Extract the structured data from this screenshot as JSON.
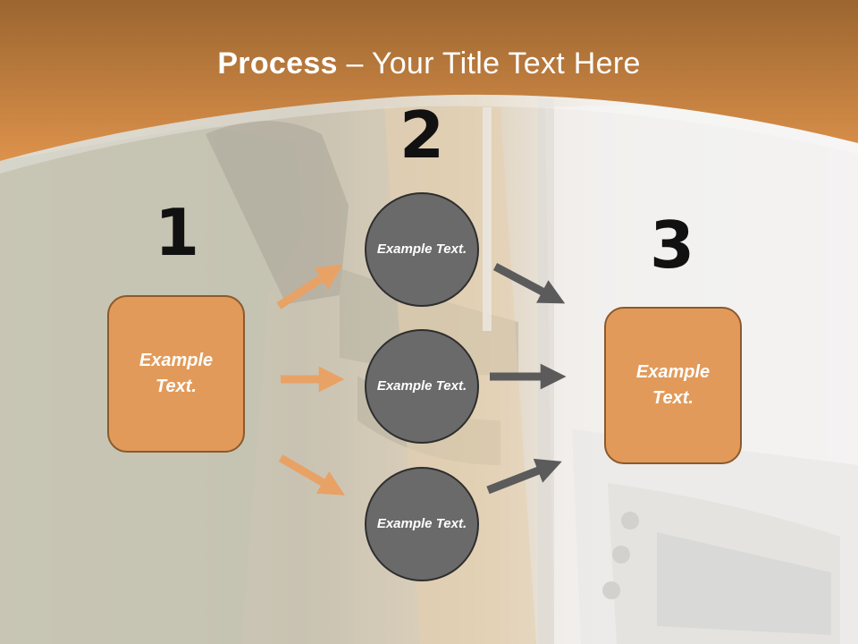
{
  "colors": {
    "header_top": "#9b6530",
    "header_bottom": "#dd924b",
    "box_fill": "#e29a5a",
    "box_border": "#8a5a2e",
    "circle_fill": "#6a6a6a",
    "circle_border": "#2e2e2e",
    "arrow_orange": "#e8a266",
    "arrow_gray": "#5b5b5b"
  },
  "title": {
    "bold": "Process",
    "rest": " – Your Title Text Here"
  },
  "steps": [
    {
      "number": "1",
      "label": "Example Text."
    },
    {
      "number": "2",
      "label": "Example Text."
    },
    {
      "number": "3",
      "label": "Example Text."
    }
  ],
  "circles": [
    {
      "label": "Example Text."
    },
    {
      "label": "Example Text."
    },
    {
      "label": "Example Text."
    }
  ],
  "background_image": "person-opening-refrigerator-photo"
}
